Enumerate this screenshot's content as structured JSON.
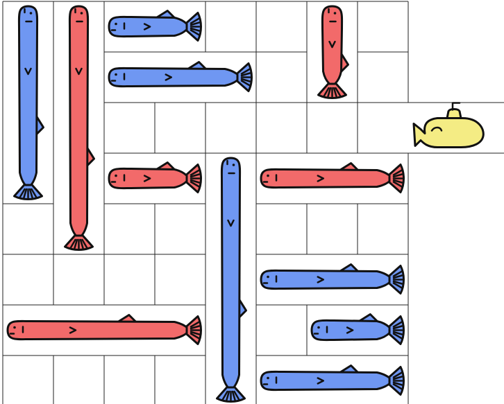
{
  "game": {
    "type": "rush-hour-style fish puzzle",
    "grid": {
      "columns": 8,
      "rows": 8
    },
    "exit_row": 2,
    "colors": {
      "red": "#f26a6a",
      "blue": "#6f97f2",
      "submarine": "#f4ec84",
      "outline": "#111111",
      "grid": "#222222"
    },
    "fish": [
      {
        "id": "blue-fish-1",
        "color": "blue",
        "orientation": "vertical",
        "col": 0,
        "row": 0,
        "length": 4
      },
      {
        "id": "red-fish-1",
        "color": "red",
        "orientation": "vertical",
        "col": 1,
        "row": 0,
        "length": 5
      },
      {
        "id": "blue-fish-2",
        "color": "blue",
        "orientation": "horizontal",
        "col": 2,
        "row": 0,
        "length": 2
      },
      {
        "id": "red-fish-2",
        "color": "red",
        "orientation": "vertical",
        "col": 6,
        "row": 0,
        "length": 2
      },
      {
        "id": "blue-fish-3",
        "color": "blue",
        "orientation": "horizontal",
        "col": 2,
        "row": 1,
        "length": 3
      },
      {
        "id": "red-fish-3",
        "color": "red",
        "orientation": "horizontal",
        "col": 2,
        "row": 3,
        "length": 2
      },
      {
        "id": "blue-fish-4",
        "color": "blue",
        "orientation": "vertical",
        "col": 4,
        "row": 3,
        "length": 5
      },
      {
        "id": "red-fish-4",
        "color": "red",
        "orientation": "horizontal",
        "col": 5,
        "row": 3,
        "length": 3
      },
      {
        "id": "blue-fish-5",
        "color": "blue",
        "orientation": "horizontal",
        "col": 5,
        "row": 5,
        "length": 3
      },
      {
        "id": "red-fish-5",
        "color": "red",
        "orientation": "horizontal",
        "col": 0,
        "row": 6,
        "length": 4
      },
      {
        "id": "blue-fish-6",
        "color": "blue",
        "orientation": "horizontal",
        "col": 6,
        "row": 6,
        "length": 2
      },
      {
        "id": "blue-fish-7",
        "color": "blue",
        "orientation": "horizontal",
        "col": 5,
        "row": 7,
        "length": 3
      }
    ],
    "submarine": {
      "color": "submarine",
      "col": 8,
      "row": 2
    }
  }
}
